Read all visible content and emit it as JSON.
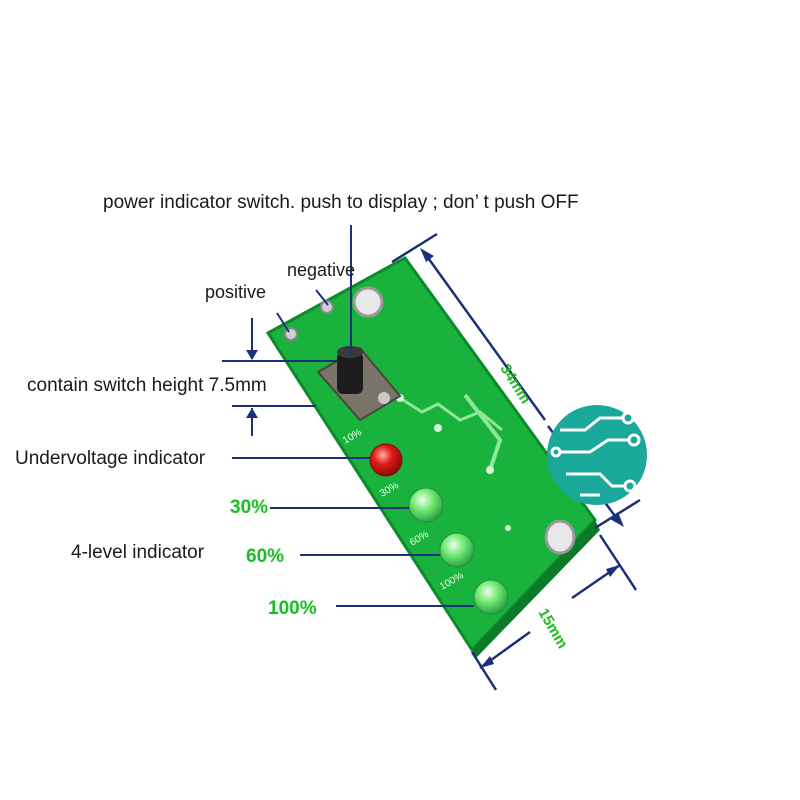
{
  "labels": {
    "power_switch": "power indicator switch. push to display ; don’ t push OFF",
    "negative": "negative",
    "positive": "positive",
    "switch_height": "contain switch height 7.5mm",
    "undervoltage": "Undervoltage indicator",
    "four_level": "4-level indicator"
  },
  "levels": [
    "30%",
    "60%",
    "100%"
  ],
  "dimensions": {
    "length": "34mm",
    "width": "15mm"
  },
  "silkscreen": [
    "10%",
    "30%",
    "60%",
    "100%"
  ],
  "colors": {
    "pcb": "#18b23c",
    "pcb_edge": "#0e8a2c",
    "callout_line": "#1b2f7a",
    "level_text": "#22bb22",
    "led_red": "#e01a1a",
    "led_green": "#6ee86e",
    "logo_circle": "#1aa89a"
  }
}
